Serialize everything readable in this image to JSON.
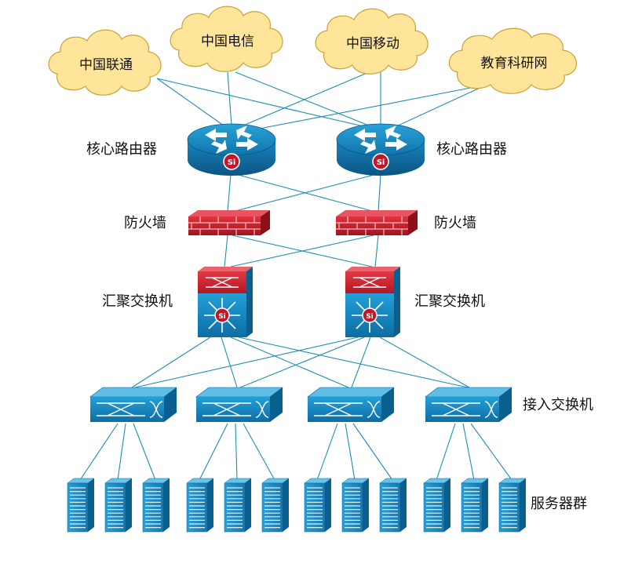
{
  "colors": {
    "link": "#1f8fb0",
    "cloud_fill": "#ffe59a",
    "cloud_stroke": "#c9a23a",
    "device_blue": "#1a8fc6",
    "device_dark": "#0b5f8e",
    "firewall_red": "#d2202f",
    "si_red": "#c0182a"
  },
  "clouds": [
    {
      "label": "中国联通"
    },
    {
      "label": "中国电信"
    },
    {
      "label": "中国移动"
    },
    {
      "label": "教育科研网"
    }
  ],
  "layers": {
    "core_label": "核心路由器",
    "firewall_label": "防火墙",
    "aggregation_label": "汇聚交换机",
    "access_label": "接入交换机",
    "server_label": "服务器群"
  },
  "si_badge": "Si"
}
